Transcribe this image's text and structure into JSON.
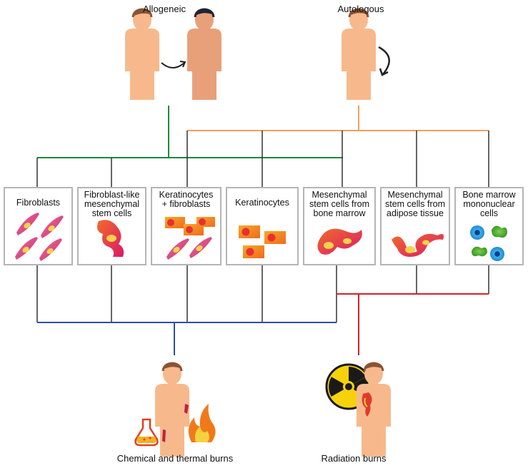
{
  "donor_types": {
    "allogeneic": "Allogeneic",
    "autologous": "Autologous"
  },
  "cell_types": [
    {
      "id": "fibroblasts",
      "label": "Fibroblasts",
      "icon": "fibroblast-cells-icon"
    },
    {
      "id": "fibroblast-like-msc",
      "label": "Fibroblast-like\nmesenchymal\nstem cells",
      "icon": "mesenchymal-cell-icon"
    },
    {
      "id": "keratinocytes-fibroblasts",
      "label": "Keratinocytes\n+ fibroblasts",
      "icon": "keratinocyte-fibroblast-icon"
    },
    {
      "id": "keratinocytes",
      "label": "Keratinocytes",
      "icon": "keratinocyte-cells-icon"
    },
    {
      "id": "msc-bone-marrow",
      "label": "Mesenchymal\nstem cells from\nbone marrow",
      "icon": "mesenchymal-cell-icon"
    },
    {
      "id": "msc-adipose",
      "label": "Mesenchymal\nstem cells from\nadipose tissue",
      "icon": "mesenchymal-cell-icon"
    },
    {
      "id": "bm-mononuclear",
      "label": "Bone marrow\nmononuclear\ncells",
      "icon": "mononuclear-cells-icon"
    }
  ],
  "burn_types": {
    "chemical_thermal": "Chemical and thermal burns",
    "radiation": "Radiation burns"
  },
  "colors": {
    "allogeneic_line": "#1e8a3a",
    "autologous_line": "#f0a060",
    "chemical_line": "#2a4fa8",
    "radiation_line": "#d42030",
    "skin": "#f7b98c",
    "skin_dark": "#e8a07a",
    "hair": "#8a5434",
    "hair_dark": "#1f2433",
    "cell_pink": "#e0457f",
    "cell_nucleus": "#f7d24a",
    "keratinocyte_orange": "#f09020",
    "keratinocyte_red": "#e83030"
  }
}
